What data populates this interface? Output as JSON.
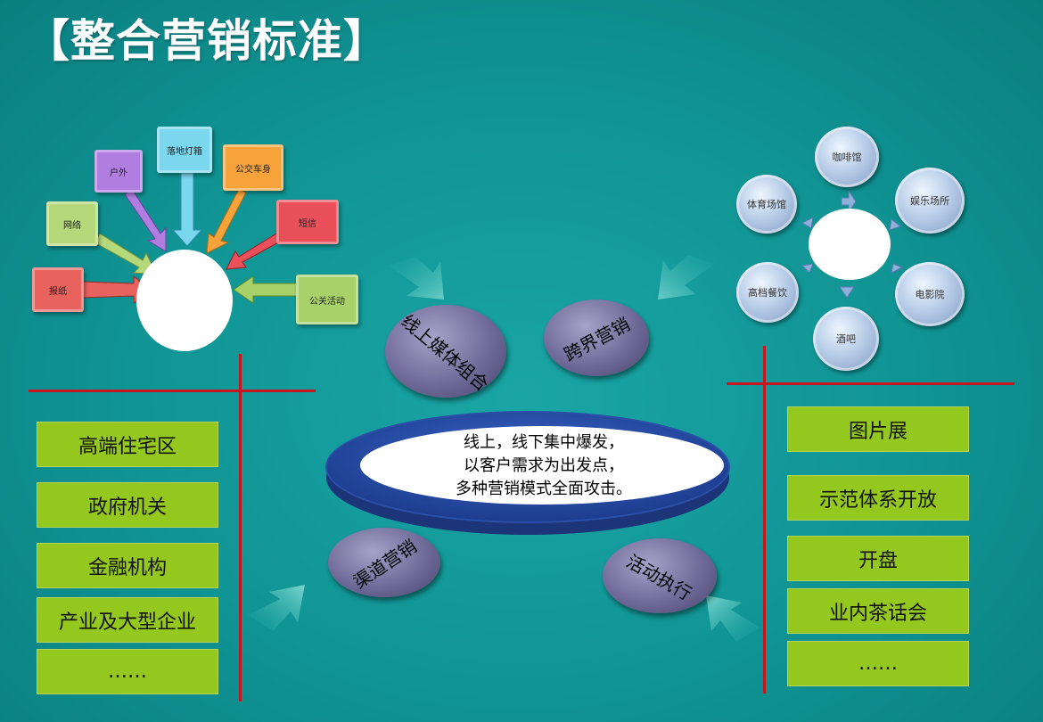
{
  "title": "【整合营销标准】",
  "left_media": {
    "items": [
      {
        "label": "户外",
        "color": "#b07ee0"
      },
      {
        "label": "落地灯箱",
        "color": "#7ad7ee"
      },
      {
        "label": "公交车身",
        "color": "#f6a33c"
      },
      {
        "label": "网络",
        "color": "#b5d97a"
      },
      {
        "label": "短信",
        "color": "#e9505a"
      },
      {
        "label": "报纸",
        "color": "#e8625e"
      },
      {
        "label": "公关活动",
        "color": "#a8d16a"
      }
    ]
  },
  "right_venues": {
    "items": [
      {
        "label": "咖啡馆"
      },
      {
        "label": "体育场馆"
      },
      {
        "label": "娱乐场所"
      },
      {
        "label": "高档餐饮"
      },
      {
        "label": "电影院"
      },
      {
        "label": "酒吧"
      }
    ]
  },
  "ovals": {
    "online_media": "线上媒体组合",
    "crossover": "跨界营销",
    "channel": "渠道营销",
    "events": "活动执行"
  },
  "center": {
    "line1": "线上，线下集中爆发，",
    "line2": "以客户需求为出发点，",
    "line3": "多种营销模式全面攻击。"
  },
  "left_list": [
    "高端住宅区",
    "政府机关",
    "金融机构",
    "产业及大型企业",
    "……"
  ],
  "right_list": [
    "图片展",
    "示范体系开放",
    "开盘",
    "业内茶话会",
    "……"
  ]
}
